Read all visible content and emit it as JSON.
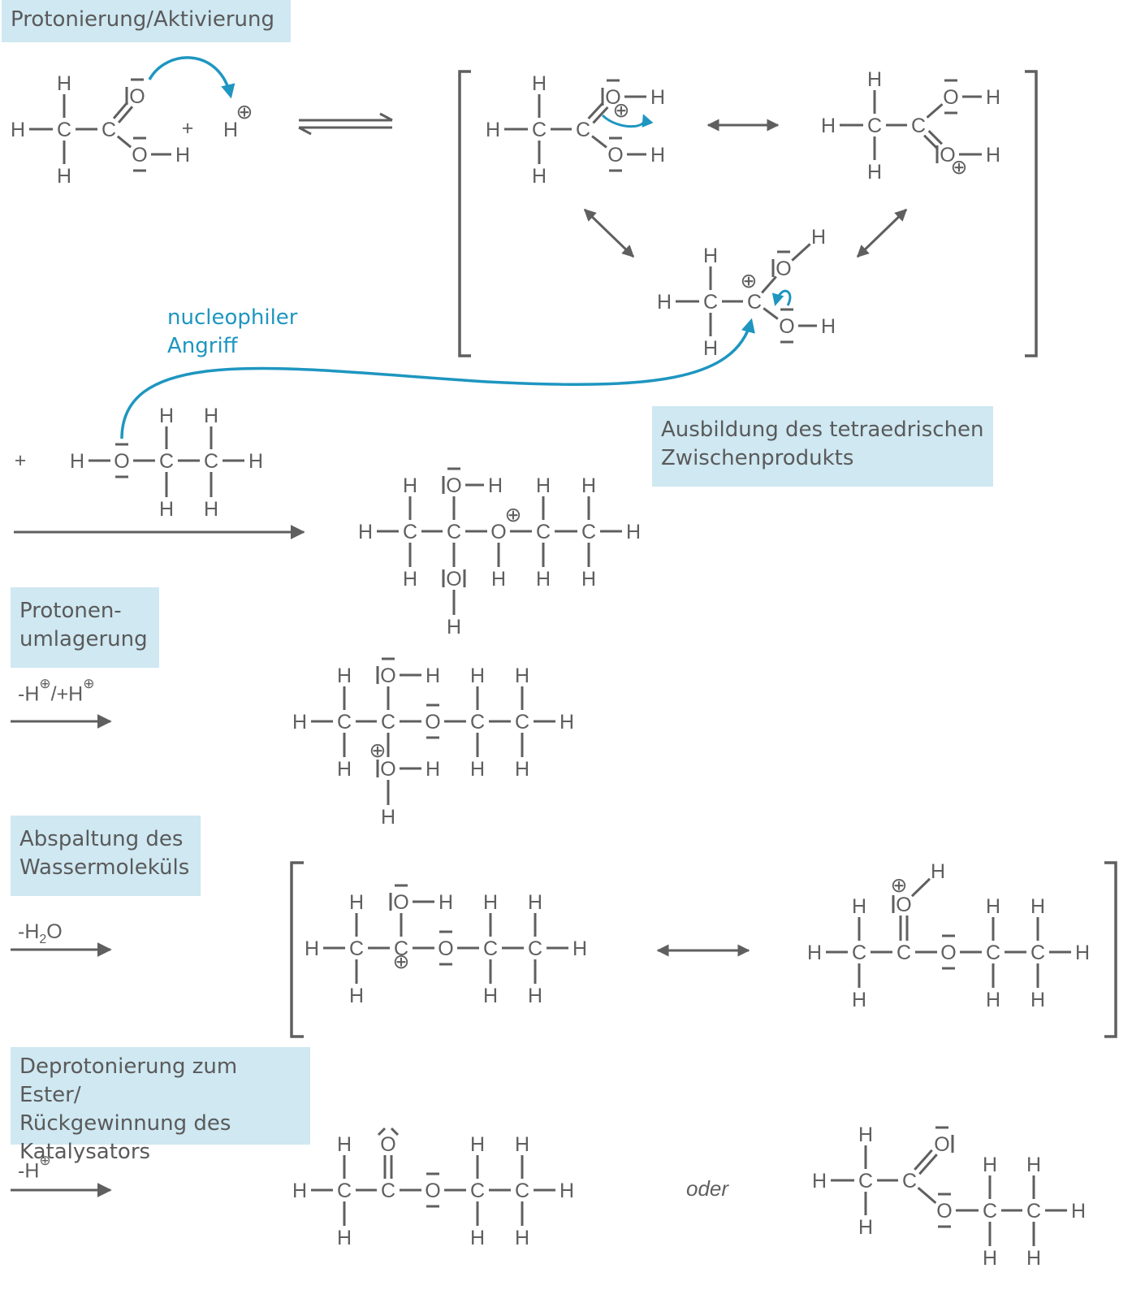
{
  "steps": {
    "protonation": "Protonierung/Aktivierung",
    "nucleophilic_attack": [
      "nucleophiler",
      "Angriff"
    ],
    "tetrahedral": [
      "Ausbildung des tetraedrischen",
      "Zwischenprodukts"
    ],
    "proton_shift": [
      "Protonen-",
      "umlagerung"
    ],
    "water_loss": [
      "Abspaltung des",
      "Wassermoleküls"
    ],
    "deprotonation": [
      "Deprotonierung zum Ester/",
      "Rückgewinnung des",
      "Katalysators"
    ]
  },
  "reagents": {
    "proton_shift": {
      "minus": "-H",
      "plus": "/+H",
      "charge": "⊕"
    },
    "water_loss": {
      "prefix": "-H",
      "sub": "2",
      "suffix": "O"
    },
    "deprotonation": {
      "minus": "-H",
      "charge": "⊕"
    }
  },
  "atoms": {
    "H": "H",
    "C": "C",
    "O": "O",
    "plus_sign": "+",
    "charge": "⊕"
  },
  "connector": "oder",
  "colors": {
    "accent": "#1e96c0",
    "box_fill": "#cfe8f2",
    "ink": "#5f5f5f"
  }
}
